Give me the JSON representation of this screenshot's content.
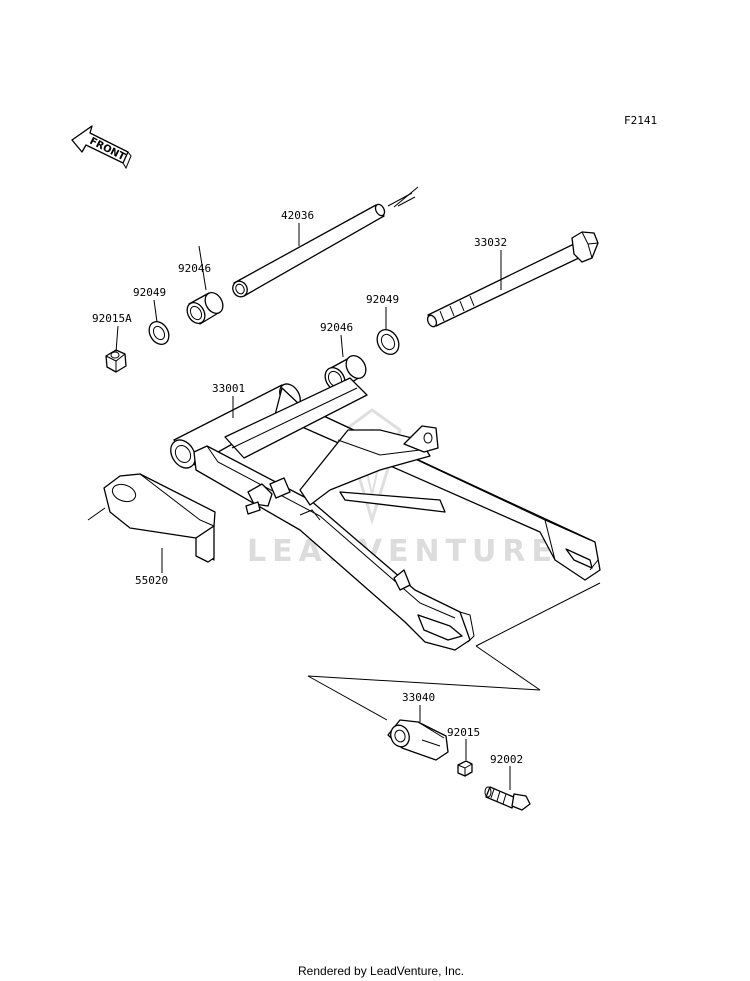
{
  "figure_code": "F2141",
  "front_arrow_label": "FRONT",
  "watermark": "LEADVENTURE",
  "footer": "Rendered by LeadVenture, Inc.",
  "parts": [
    {
      "id": "p42036",
      "number": "42036"
    },
    {
      "id": "p33032",
      "number": "33032"
    },
    {
      "id": "p92046a",
      "number": "92046"
    },
    {
      "id": "p92049a",
      "number": "92049"
    },
    {
      "id": "p92015A",
      "number": "92015A"
    },
    {
      "id": "p92049b",
      "number": "92049"
    },
    {
      "id": "p92046b",
      "number": "92046"
    },
    {
      "id": "p33001",
      "number": "33001"
    },
    {
      "id": "p55020",
      "number": "55020"
    },
    {
      "id": "p33040",
      "number": "33040"
    },
    {
      "id": "p92015",
      "number": "92015"
    },
    {
      "id": "p92002",
      "number": "92002"
    }
  ]
}
